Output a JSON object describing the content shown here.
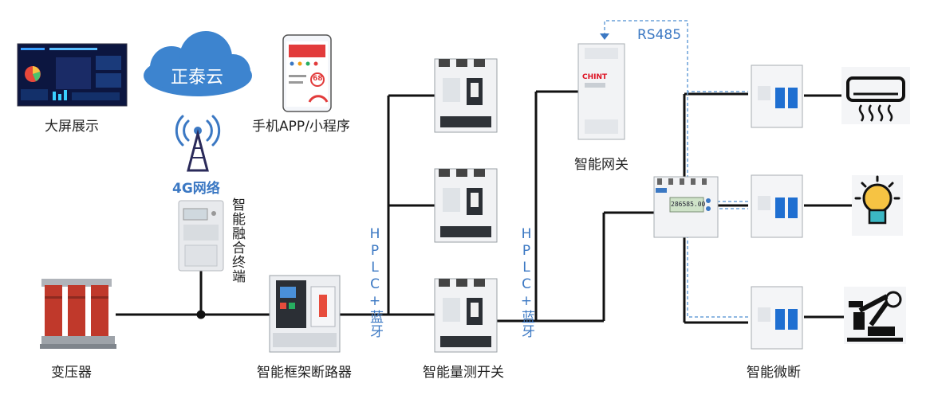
{
  "labels": {
    "big_screen": "大屏展示",
    "cloud": "正泰云",
    "phone": "手机APP/小程序",
    "net4g": "4G网络",
    "terminal": "智能融合终端",
    "transformer": "变压器",
    "frame_breaker": "智能框架断路器",
    "meter_switch": "智能量测开关",
    "gateway": "智能网关",
    "micro_breaker": "智能微断",
    "rs485": "RS485",
    "hplc1": "HPLC+蓝牙",
    "hplc2": "HPLC+蓝牙"
  },
  "device_texts": {
    "brand": "CHINT",
    "meter_reading": "286585.00",
    "phone_number": "68"
  },
  "colors": {
    "accent_blue": "#3b78c3",
    "cloud_blue": "#3d84cf",
    "line_black": "#111111",
    "dashed_blue": "#6aa0d8"
  }
}
